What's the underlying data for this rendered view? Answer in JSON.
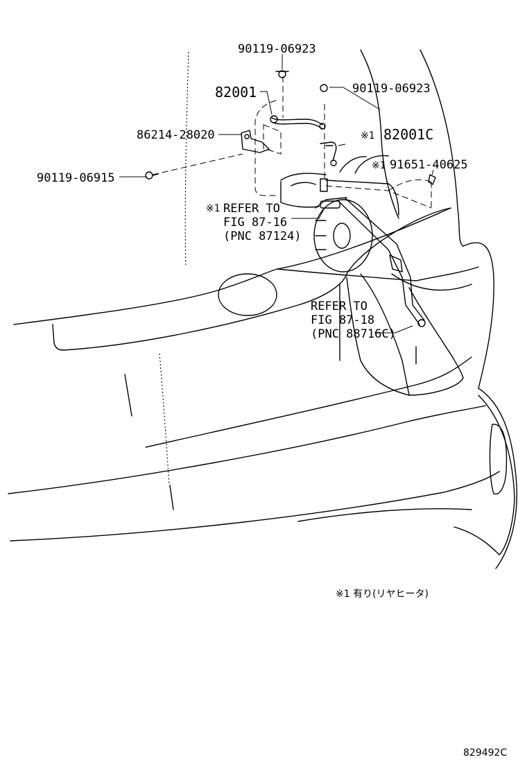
{
  "parts": {
    "screw_top": "90119-06923",
    "screw_right": "90119-06923",
    "harness": "82001",
    "bracket": "86214-28020",
    "screw_left": "90119-06915",
    "harness_c": "82001C",
    "clip": "91651-40625"
  },
  "markers": {
    "harness_c": "※1",
    "clip": "※1",
    "refer_upper": "※1"
  },
  "references": {
    "upper": {
      "line1": "REFER TO",
      "line2": "FIG 87-16",
      "line3": "(PNC 87124)"
    },
    "lower": {
      "line1": "REFER TO",
      "line2": "FIG 87-18",
      "line3": "(PNC 88716C)"
    }
  },
  "footnote": "※1 有り(リヤヒータ)",
  "figure_id": "829492C"
}
